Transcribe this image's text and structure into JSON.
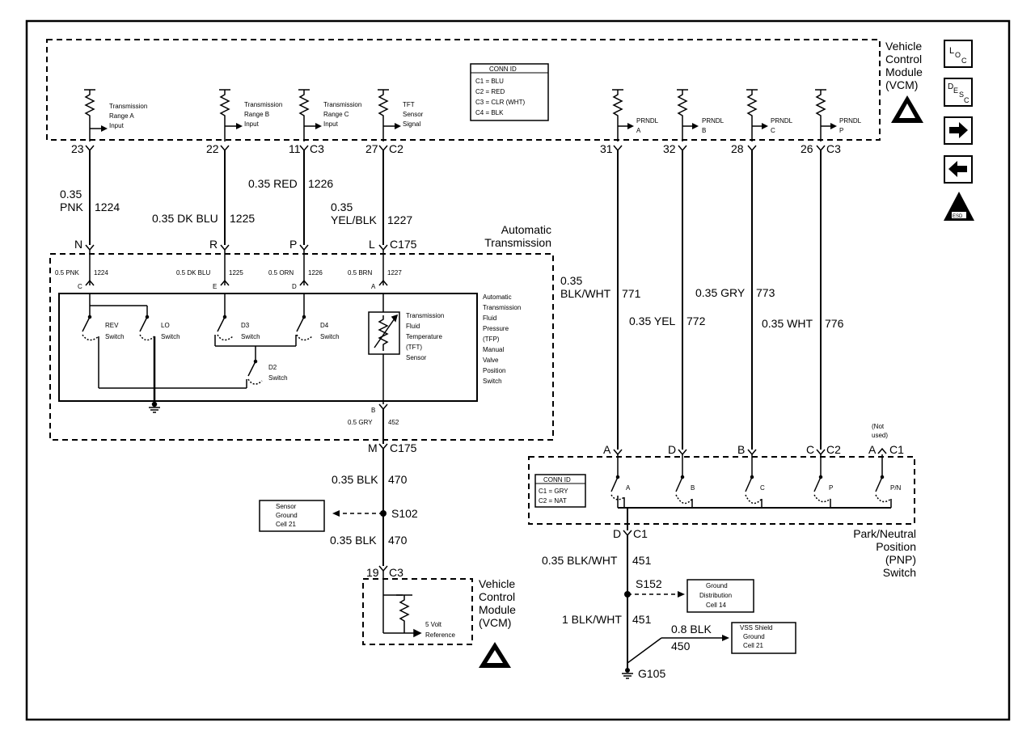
{
  "vcm_top": {
    "title_l1": "Vehicle",
    "title_l2": "Control",
    "title_l3": "Module",
    "title_l4": "(VCM)"
  },
  "conn_id_top": {
    "title": "CONN ID",
    "lines": [
      "C1 = BLU",
      "C2 = RED",
      "C3 = CLR (WHT)",
      "C4 = BLK"
    ]
  },
  "inputs": [
    {
      "l1": "Transmission",
      "l2": "Range A",
      "l3": "Input",
      "pin": "23",
      "conn": ""
    },
    {
      "l1": "Transmission",
      "l2": "Range B",
      "l3": "Input",
      "pin": "22",
      "conn": ""
    },
    {
      "l1": "Transmission",
      "l2": "Range C",
      "l3": "Input",
      "pin": "11",
      "conn": "C3"
    },
    {
      "l1": "TFT",
      "l2": "Sensor",
      "l3": "Signal",
      "pin": "27",
      "conn": "C2"
    }
  ],
  "prndl": [
    {
      "l1": "PRNDL",
      "l2": "A",
      "pin": "31"
    },
    {
      "l1": "PRNDL",
      "l2": "B",
      "pin": "32"
    },
    {
      "l1": "PRNDL",
      "l2": "C",
      "pin": "28"
    },
    {
      "l1": "PRNDL",
      "l2": "P",
      "pin": "26",
      "conn": "C3"
    }
  ],
  "wires_left": [
    {
      "gauge": "0.35",
      "color": "PNK",
      "circuit": "1224"
    },
    {
      "label": "0.35 DK BLU",
      "circuit": "1225"
    },
    {
      "label": "0.35 RED",
      "circuit": "1226"
    },
    {
      "gauge": "0.35",
      "color": "YEL/BLK",
      "circuit": "1227"
    }
  ],
  "wires_right": [
    {
      "gauge": "0.35",
      "color": "BLK/WHT",
      "circuit": "771"
    },
    {
      "label": "0.35 YEL",
      "circuit": "772"
    },
    {
      "label": "0.35 GRY",
      "circuit": "773"
    },
    {
      "label": "0.35 WHT",
      "circuit": "776"
    }
  ],
  "auto_trans": {
    "title_l1": "Automatic",
    "title_l2": "Transmission",
    "conn": "C175",
    "pins": [
      "N",
      "R",
      "P",
      "L"
    ],
    "inner_wires": [
      "0.5 PNK",
      "0.5 DK BLU",
      "0.5 ORN",
      "0.5 BRN"
    ],
    "inner_circuits": [
      "1224",
      "1225",
      "1226",
      "1227"
    ],
    "inner_pins": [
      "C",
      "E",
      "D",
      "A"
    ],
    "switch_label": [
      "Automatic",
      "Transmission",
      "Fluid",
      "Pressure",
      "(TFP)",
      "Manual",
      "Valve",
      "Position",
      "Switch"
    ],
    "sensor_label": [
      "Transmission",
      "Fluid",
      "Temperature",
      "(TFT)",
      "Sensor"
    ],
    "switches": {
      "rev": [
        "REV",
        "Switch"
      ],
      "lo": [
        "LO",
        "Switch"
      ],
      "d3": [
        "D3",
        "Switch"
      ],
      "d4": [
        "D4",
        "Switch"
      ],
      "d2": [
        "D2",
        "Switch"
      ]
    },
    "bottom_pin": "B",
    "bottom_wire": "0.5 GRY",
    "bottom_circuit": "452",
    "bottom_conn_pin": "M",
    "bottom_conn": "C175"
  },
  "sensor_ground": {
    "wire1_label": "0.35 BLK",
    "wire1_circuit": "470",
    "splice": "S102",
    "ref_l1": "Sensor",
    "ref_l2": "Ground",
    "ref_l3": "Cell 21",
    "wire2_label": "0.35 BLK",
    "wire2_circuit": "470",
    "pin": "19",
    "conn": "C3"
  },
  "vcm_bottom": {
    "title_l1": "Vehicle",
    "title_l2": "Control",
    "title_l3": "Module",
    "title_l4": "(VCM)",
    "ref_l1": "5 Volt",
    "ref_l2": "Reference"
  },
  "pnp": {
    "pins": [
      "A",
      "D",
      "B",
      "C"
    ],
    "conn2": "C2",
    "not_used_l1": "(Not",
    "not_used_l2": "used)",
    "pin_a": "A",
    "conn1": "C1",
    "conn_id_title": "CONN ID",
    "conn_id_lines": [
      "C1 = GRY",
      "C2 = NAT"
    ],
    "switch_labels": [
      "A",
      "B",
      "C",
      "P",
      "P/N"
    ],
    "bottom_pin": "D",
    "bottom_conn": "C1",
    "title_l1": "Park/Neutral",
    "title_l2": "Position",
    "title_l3": "(PNP)",
    "title_l4": "Switch"
  },
  "ground": {
    "wire1_label": "0.35 BLK/WHT",
    "wire1_circuit": "451",
    "splice": "S152",
    "ref_l1": "Ground",
    "ref_l2": "Distribution",
    "ref_l3": "Cell 14",
    "wire2_label": "1 BLK/WHT",
    "wire2_circuit": "451",
    "shield_label": "0.8 BLK",
    "shield_circuit": "450",
    "vss_l1": "VSS Shield",
    "vss_l2": "Ground",
    "vss_l3": "Cell 21",
    "gnd": "G105"
  },
  "side_icons": {
    "loc_l": "L",
    "loc_o": "O",
    "loc_c": "C",
    "desc_d": "D",
    "desc_e": "E",
    "desc_s": "S",
    "desc_c": "C",
    "esd_text": "ESD"
  }
}
